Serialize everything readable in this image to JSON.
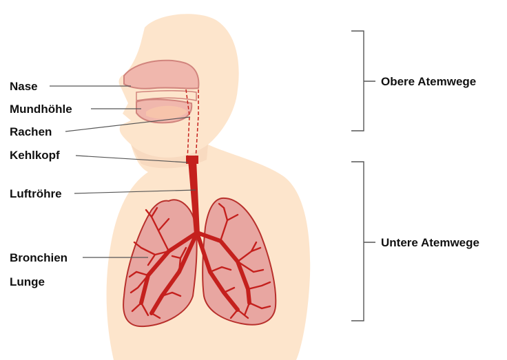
{
  "labels": {
    "nase": "Nase",
    "mundhoehle": "Mundhöhle",
    "rachen": "Rachen",
    "kehlkopf": "Kehlkopf",
    "luftroehre": "Luftröhre",
    "bronchien": "Bronchien",
    "lunge": "Lunge"
  },
  "groups": {
    "upper": "Obere Atemwege",
    "lower": "Untere Atemwege"
  },
  "colors": {
    "skin": "#fde5cc",
    "skin_dark": "#f6d2b6",
    "lung_fill": "#e8a6a1",
    "lung_stroke": "#b8302c",
    "airway": "#c4201d",
    "cavity_fill": "#f0b7ad",
    "cavity_stroke": "#d1847d"
  }
}
